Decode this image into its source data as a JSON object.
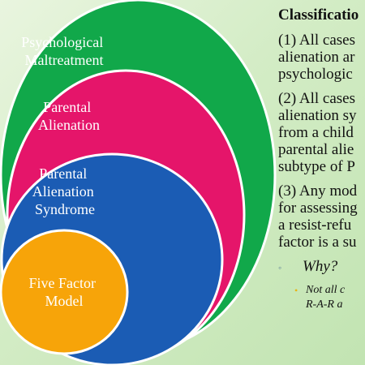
{
  "diagram": {
    "rings": [
      {
        "label_lines": [
          "Psychological",
          "Maltreatment"
        ],
        "color": "#11a84a"
      },
      {
        "label_lines": [
          "Parental",
          "Alienation"
        ],
        "color": "#e5156a"
      },
      {
        "label_lines": [
          "Parental",
          "Alienation",
          "Syndrome"
        ],
        "color": "#1b5cb4"
      },
      {
        "label_lines": [
          "Five Factor",
          "Model"
        ],
        "color": "#f7a409"
      }
    ]
  },
  "panel": {
    "heading": "Classificatio",
    "points": [
      {
        "lines": [
          "(1) All cases",
          "alienation ar",
          "psychologic"
        ]
      },
      {
        "lines": [
          "(2) All cases",
          "alienation sy",
          "from a child",
          "parental alie",
          "subtype of P"
        ]
      },
      {
        "lines": [
          "(3) Any mod",
          "for assessing",
          "a resist-refu",
          "factor is a su"
        ]
      }
    ],
    "bullet": {
      "marker": "◦",
      "text": "Why?"
    },
    "subbullet": {
      "marker": "•",
      "lines": [
        "Not all c",
        "R-A-R a"
      ]
    }
  }
}
